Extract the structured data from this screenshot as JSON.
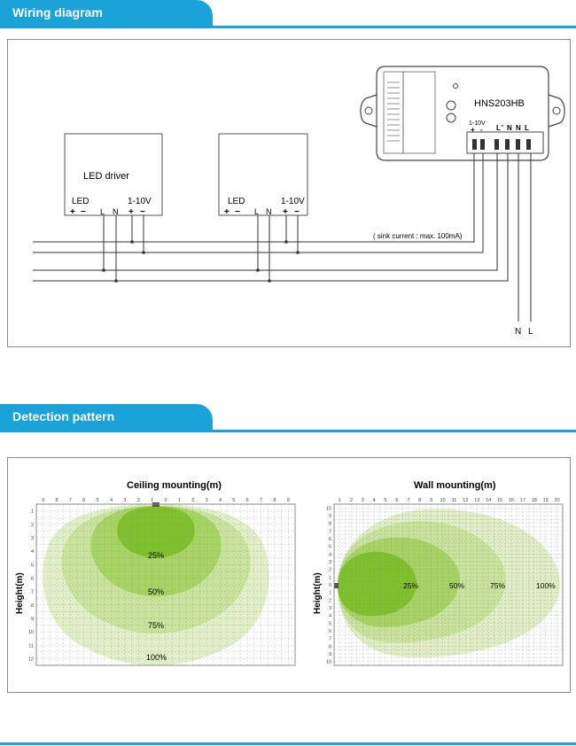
{
  "sections": {
    "wiring_title": "Wiring diagram",
    "detection_title": "Detection pattern"
  },
  "wiring": {
    "device_name": "HNS203HB",
    "device_dim_label": "1-10V",
    "device_dim_plus": "+",
    "device_dim_minus": "-",
    "device_power_labels": "L' N N L",
    "driver1_name": "LED driver",
    "driver_led_label": "LED",
    "driver_dim_label": "1-10V",
    "driver_pins": [
      "+",
      "−",
      "L",
      "N",
      "+",
      "−"
    ],
    "sink_note": "( sink current : max. 100mA)",
    "input_N": "N",
    "input_L": "L"
  },
  "detection": {
    "ceiling": {
      "title": "Ceiling mounting(m)",
      "ylabel": "Height(m)",
      "x_ticks": [
        "9",
        "8",
        "7",
        "6",
        "5",
        "4",
        "3",
        "2",
        "1",
        "0",
        "1",
        "2",
        "3",
        "4",
        "5",
        "6",
        "7",
        "8",
        "9"
      ],
      "y_ticks": [
        "1",
        "2",
        "3",
        "4",
        "5",
        "6",
        "7",
        "8",
        "9",
        "10",
        "11",
        "12"
      ],
      "zones": [
        "25%",
        "50%",
        "75%",
        "100%"
      ]
    },
    "wall": {
      "title": "Wall mounting(m)",
      "ylabel": "Height(m)",
      "x_ticks": [
        "1",
        "2",
        "3",
        "4",
        "5",
        "6",
        "7",
        "8",
        "9",
        "10",
        "11",
        "12",
        "13",
        "14",
        "15",
        "16",
        "17",
        "18",
        "19",
        "20"
      ],
      "y_ticks": [
        "10",
        "9",
        "8",
        "7",
        "6",
        "5",
        "4",
        "3",
        "2",
        "1",
        "0",
        "1",
        "2",
        "3",
        "4",
        "5",
        "6",
        "7",
        "8",
        "9",
        "10"
      ],
      "zones": [
        "25%",
        "50%",
        "75%",
        "100%"
      ]
    },
    "colors": {
      "zone_100": "#dfeec4",
      "zone_75": "#c7e39c",
      "zone_50": "#a6d464",
      "zone_25": "#7fc12c",
      "accent": "#1aa3d9"
    }
  }
}
